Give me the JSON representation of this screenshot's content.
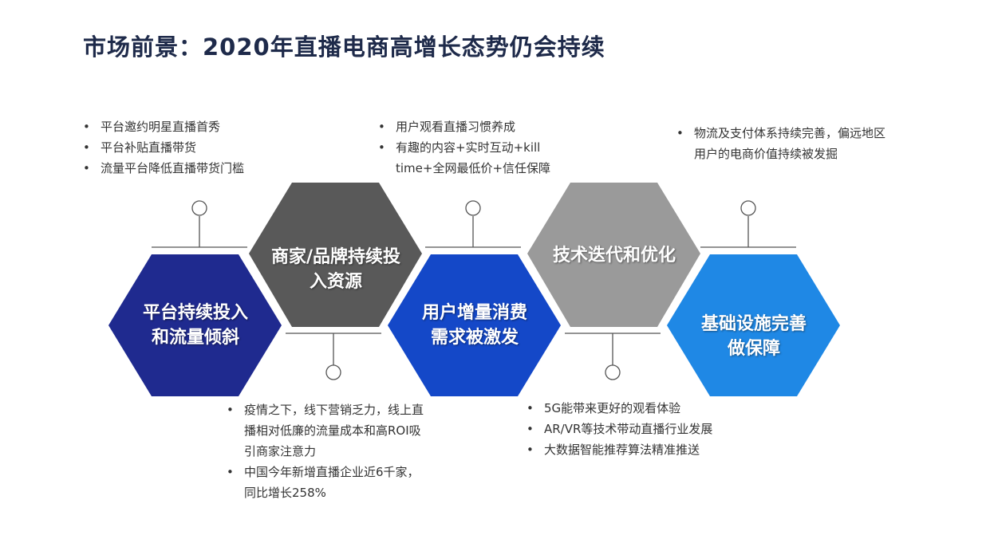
{
  "title": "市场前景：2020年直播电商高增长态势仍会持续",
  "hexagons": [
    {
      "label_line1": "平台持续投入",
      "label_line2": "和流量倾斜",
      "color": "#1f2a8f"
    },
    {
      "label_line1": "商家/品牌持续投",
      "label_line2": "入资源",
      "color": "#595959"
    },
    {
      "label_line1": "用户增量消费",
      "label_line2": "需求被激发",
      "color": "#1448c8"
    },
    {
      "label_line1": "技术迭代和优化",
      "label_line2": "",
      "color": "#9a9a9a"
    },
    {
      "label_line1": "基础设施完善",
      "label_line2": "做保障",
      "color": "#1f88e5"
    }
  ],
  "notes": {
    "platform": [
      "平台邀约明星直播首秀",
      "平台补贴直播带货",
      "流量平台降低直播带货门槛"
    ],
    "user": [
      "用户观看直播习惯养成",
      "有趣的内容+实时互动+kill time+全网最低价+信任保障"
    ],
    "infra": [
      "物流及支付体系持续完善，偏远地区用户的电商价值持续被发掘"
    ],
    "merchant": [
      "疫情之下，线下营销乏力，线上直播相对低廉的流量成本和高ROI吸引商家注意力",
      "中国今年新增直播企业近6千家，同比增长258%"
    ],
    "tech": [
      "5G能带来更好的观看体验",
      "AR/VR等技术带动直播行业发展",
      "大数据智能推荐算法精准推送"
    ]
  }
}
